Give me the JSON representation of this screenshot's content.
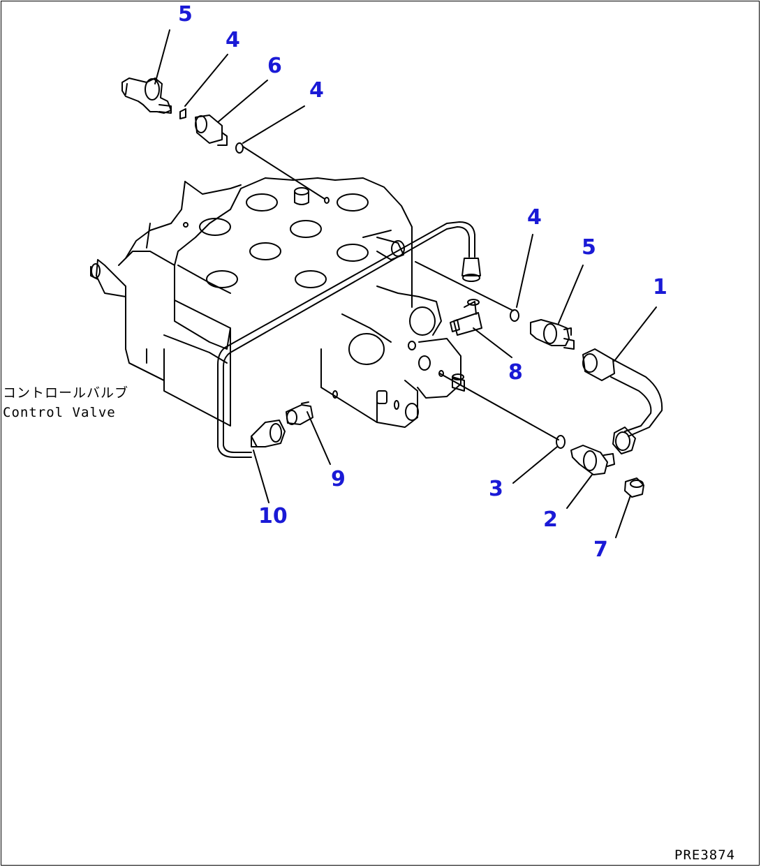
{
  "part_labels": [
    "5",
    "4",
    "6",
    "4",
    "4",
    "5",
    "1",
    "8",
    "9",
    "10",
    "3",
    "2",
    "7"
  ],
  "component_label": {
    "japanese": "コントロールバルブ",
    "english": "Control Valve"
  },
  "drawing_code": "PRE3874",
  "colors": {
    "callout": "#1a1ad6",
    "line": "#000000",
    "background": "#ffffff"
  }
}
